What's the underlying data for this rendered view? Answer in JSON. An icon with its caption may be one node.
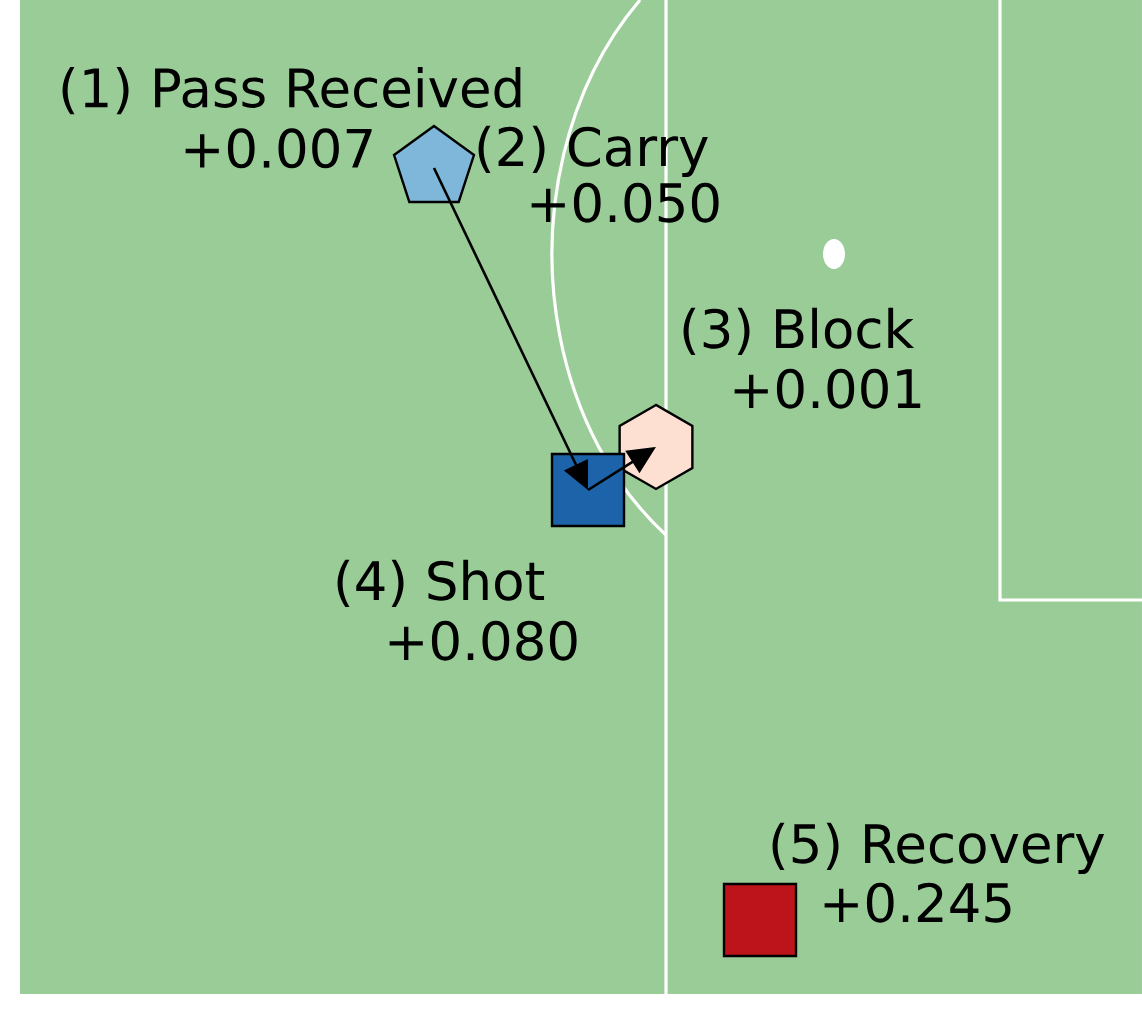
{
  "diagram": {
    "nodes": [
      {
        "text": [],
        "shape": "pentagon",
        "beside": [
          "(1) Pass Received",
          "+0.007",
          "(2) Carry",
          "+0.050"
        ]
      },
      {
        "text": [],
        "shape": "hexagon",
        "beside": [
          "(3) Block",
          "+0.001"
        ]
      },
      {
        "text": [],
        "shape": "square",
        "beside": [
          "(4) Shot",
          "+0.080"
        ]
      },
      {
        "text": [],
        "shape": "square",
        "beside": [
          "(5) Recovery",
          "+0.245"
        ]
      }
    ],
    "edges": [
      {
        "from": 0,
        "to": 2,
        "arrow": "to"
      },
      {
        "from": 2,
        "to": 1,
        "arrow": "to"
      }
    ]
  }
}
